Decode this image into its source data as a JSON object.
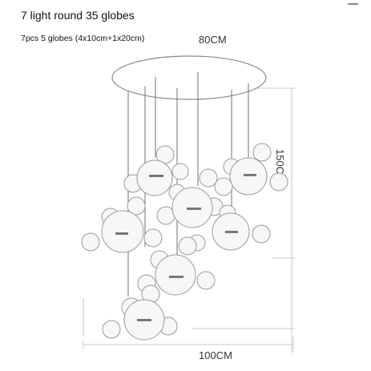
{
  "title": "7 light round 35 globes",
  "subtitle": "7pcs 5 globes (4x10cm+1x20cm)",
  "dimensions": {
    "top_diameter": "80CM",
    "bottom_width": "100CM",
    "height": "150CM"
  }
}
